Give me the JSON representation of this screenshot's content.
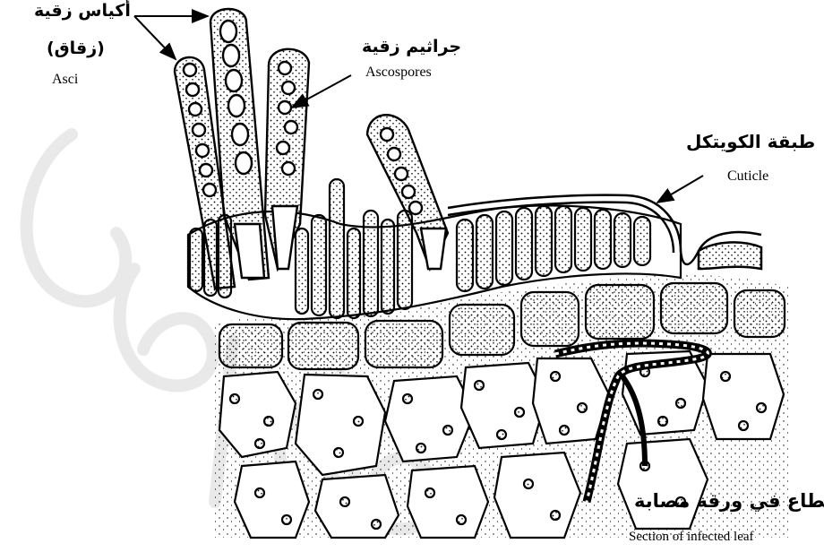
{
  "labels": {
    "asci_ar": "أكياس زقية",
    "asci_ar_alt": "(زقاق)",
    "asci_en": "Asci",
    "ascospores_ar": "جراثيم زقية",
    "ascospores_en": "Ascospores",
    "cuticle_ar": "طبقة الكويتكل",
    "cuticle_en": "Cuticle",
    "section_ar": "قطاع في ورقة مصابة",
    "section_en": "Section of infected leaf"
  },
  "watermark": "Shelkoo"
}
